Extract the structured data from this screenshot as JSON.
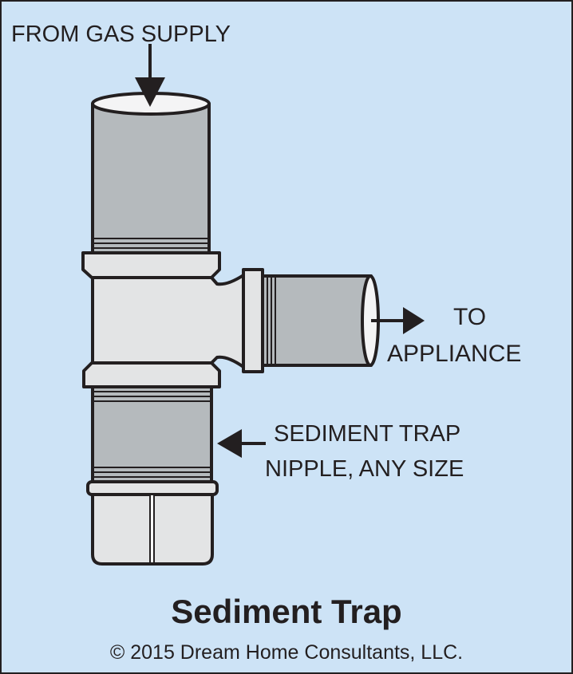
{
  "labels": {
    "from_gas_supply": "FROM GAS SUPPLY",
    "to_appliance_line1": "TO",
    "to_appliance_line2": "APPLIANCE",
    "sediment_line1": "SEDIMENT TRAP",
    "sediment_line2": "NIPPLE, ANY SIZE"
  },
  "title": "Sediment Trap",
  "copyright": "© 2015 Dream Home Consultants, LLC.",
  "colors": {
    "background": "#cde3f6",
    "pipe": "#b5babd",
    "fitting": "#e3e4e5",
    "opening": "#f4f4f5",
    "outline": "#231f20"
  }
}
